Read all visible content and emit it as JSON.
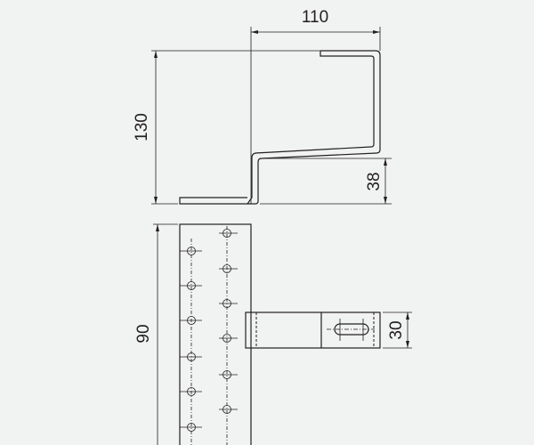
{
  "drawing": {
    "dimensions": {
      "width_top": "110",
      "height_total": "130",
      "height_step": "38",
      "length_plate": "90",
      "width_strip": "30"
    },
    "colors": {
      "background": "#f1f2f2",
      "line": "#231f20"
    }
  }
}
